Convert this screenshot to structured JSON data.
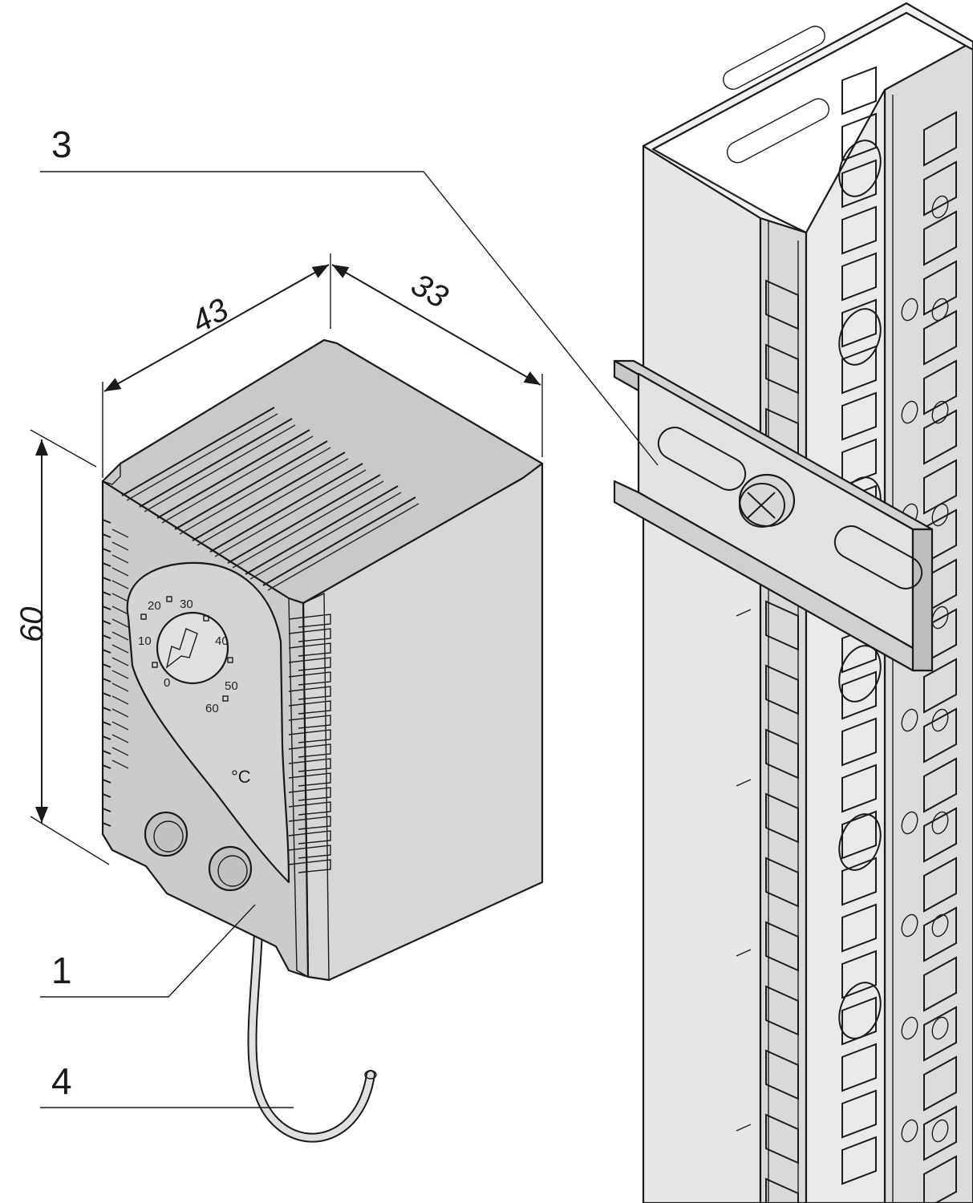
{
  "callouts": {
    "c1": "1",
    "c3": "3",
    "c4": "4"
  },
  "dimensions": {
    "width": "43",
    "depth": "33",
    "height": "60"
  },
  "dial": {
    "scale": [
      "0",
      "10",
      "20",
      "30",
      "40",
      "50",
      "60"
    ],
    "unit": "°C"
  },
  "colors": {
    "housing_front": "#cfcfcf",
    "housing_side": "#d6d6d6",
    "housing_top": "#c6c6c6",
    "rail": "#e2e2e2",
    "rail_top": "#d3d3d3",
    "line": "#1a1a1a"
  }
}
